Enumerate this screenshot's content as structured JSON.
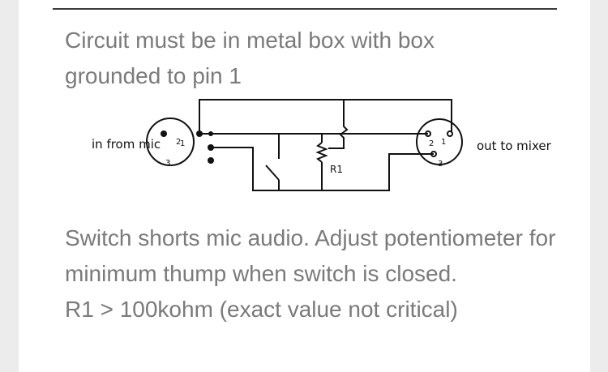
{
  "caption_top": "Circuit must be in metal box with box grounded to pin 1",
  "diagram": {
    "label_in": "in from mic",
    "label_out": "out to mixer",
    "label_r1": "R1",
    "pin1": "1",
    "pin2": "2",
    "pin3": "3"
  },
  "caption_bottom": [
    "Switch shorts mic audio. Adjust potentiometer for minimum thump when switch is closed.",
    "R1 > 100kohm (exact value not critical)"
  ]
}
